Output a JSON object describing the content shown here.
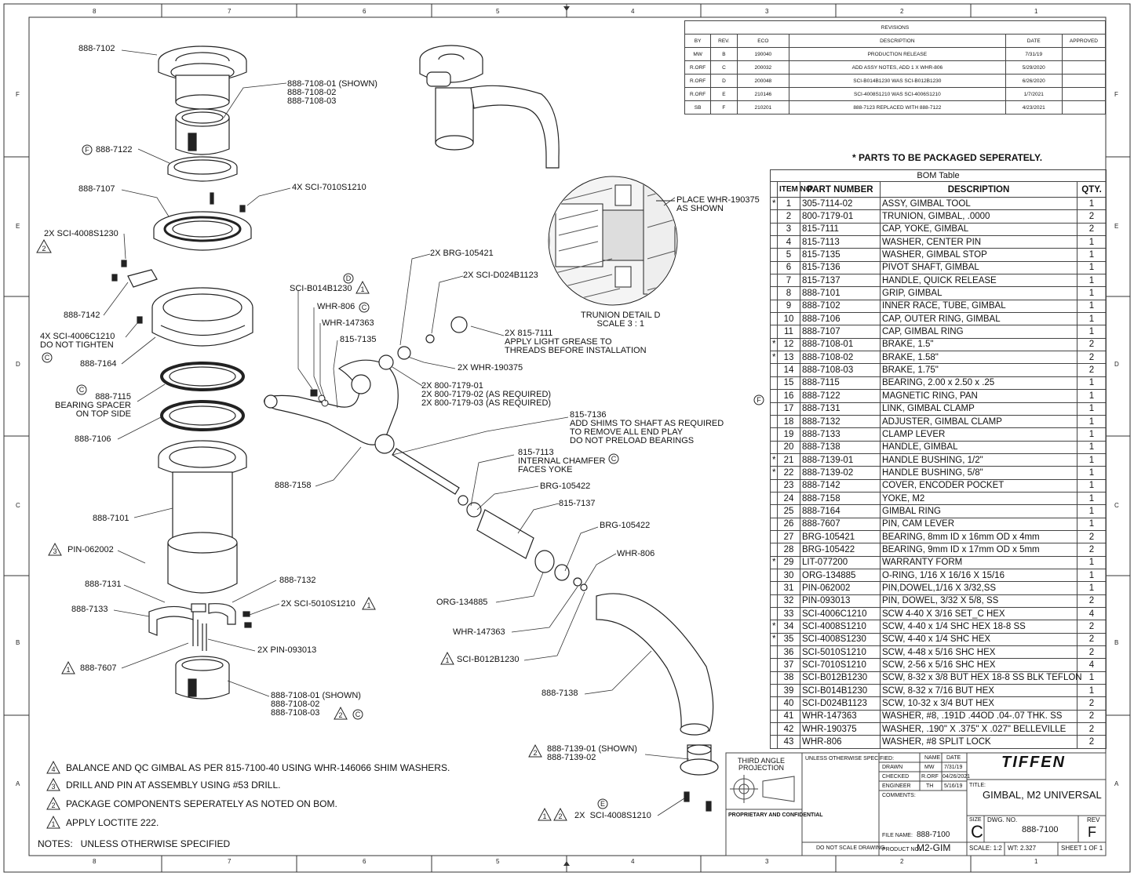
{
  "revisions": {
    "caption": "REVISIONS",
    "headers": [
      "BY",
      "REV.",
      "ECO",
      "DESCRIPTION",
      "DATE",
      "APPROVED"
    ],
    "rows": [
      [
        "MW",
        "B",
        "190040",
        "PRODUCTION RELEASE",
        "7/31/19",
        ""
      ],
      [
        "R.ORF",
        "C",
        "200032",
        "ADD ASSY NOTES, ADD 1 X WHR-806",
        "5/29/2020",
        ""
      ],
      [
        "R.ORF",
        "D",
        "200048",
        "SCI-B014B1230 WAS SCI-B012B1230",
        "6/26/2020",
        ""
      ],
      [
        "R.ORF",
        "E",
        "210146",
        "SCI-4008S1210 WAS SCI-4006S1210",
        "1/7/2021",
        ""
      ],
      [
        "SB",
        "F",
        "210201",
        "888-7123 REPLACED WITH 888-7122",
        "4/23/2021",
        ""
      ]
    ]
  },
  "bom": {
    "note": "* PARTS TO BE PACKAGED SEPERATELY.",
    "caption": "BOM Table",
    "headers": [
      "ITEM NO.",
      "PART NUMBER",
      "DESCRIPTION",
      "QTY."
    ],
    "rows": [
      [
        "*",
        "1",
        "305-7114-02",
        "ASSY, GIMBAL TOOL",
        "1"
      ],
      [
        "",
        "2",
        "800-7179-01",
        "TRUNION, GIMBAL, .0000",
        "2"
      ],
      [
        "",
        "3",
        "815-7111",
        "CAP, YOKE, GIMBAL",
        "2"
      ],
      [
        "",
        "4",
        "815-7113",
        "WASHER, CENTER PIN",
        "1"
      ],
      [
        "",
        "5",
        "815-7135",
        "WASHER, GIMBAL STOP",
        "1"
      ],
      [
        "",
        "6",
        "815-7136",
        "PIVOT SHAFT, GIMBAL",
        "1"
      ],
      [
        "",
        "7",
        "815-7137",
        "HANDLE, QUICK RELEASE",
        "1"
      ],
      [
        "",
        "8",
        "888-7101",
        "GRIP, GIMBAL",
        "1"
      ],
      [
        "",
        "9",
        "888-7102",
        "INNER RACE, TUBE, GIMBAL",
        "1"
      ],
      [
        "",
        "10",
        "888-7106",
        "CAP, OUTER RING, GIMBAL",
        "1"
      ],
      [
        "",
        "11",
        "888-7107",
        "CAP, GIMBAL RING",
        "1"
      ],
      [
        "*",
        "12",
        "888-7108-01",
        "BRAKE, 1.5\"",
        "2"
      ],
      [
        "*",
        "13",
        "888-7108-02",
        "BRAKE, 1.58\"",
        "2"
      ],
      [
        "",
        "14",
        "888-7108-03",
        "BRAKE, 1.75\"",
        "2"
      ],
      [
        "",
        "15",
        "888-7115",
        "BEARING, 2.00 x 2.50 x .25",
        "1"
      ],
      [
        "",
        "16",
        "888-7122",
        "MAGNETIC RING, PAN",
        "1"
      ],
      [
        "",
        "17",
        "888-7131",
        "LINK, GIMBAL CLAMP",
        "1"
      ],
      [
        "",
        "18",
        "888-7132",
        "ADJUSTER, GIMBAL CLAMP",
        "1"
      ],
      [
        "",
        "19",
        "888-7133",
        "CLAMP LEVER",
        "1"
      ],
      [
        "",
        "20",
        "888-7138",
        "HANDLE, GIMBAL",
        "1"
      ],
      [
        "*",
        "21",
        "888-7139-01",
        "HANDLE BUSHING, 1/2\"",
        "1"
      ],
      [
        "*",
        "22",
        "888-7139-02",
        "HANDLE BUSHING, 5/8\"",
        "1"
      ],
      [
        "",
        "23",
        "888-7142",
        "COVER, ENCODER POCKET",
        "1"
      ],
      [
        "",
        "24",
        "888-7158",
        "YOKE, M2",
        "1"
      ],
      [
        "",
        "25",
        "888-7164",
        "GIMBAL RING",
        "1"
      ],
      [
        "",
        "26",
        "888-7607",
        "PIN, CAM LEVER",
        "1"
      ],
      [
        "",
        "27",
        "BRG-105421",
        "BEARING, 8mm ID x 16mm OD x 4mm",
        "2"
      ],
      [
        "",
        "28",
        "BRG-105422",
        "BEARING, 9mm ID x 17mm OD x 5mm",
        "2"
      ],
      [
        "*",
        "29",
        "LIT-077200",
        "WARRANTY FORM",
        "1"
      ],
      [
        "",
        "30",
        "ORG-134885",
        "O-RING, 1/16 X 16/16 X 15/16",
        "1"
      ],
      [
        "",
        "31",
        "PIN-062002",
        "PIN,DOWEL,1/16 X 3/32,SS",
        "1"
      ],
      [
        "",
        "32",
        "PIN-093013",
        "PIN, DOWEL, 3/32 X 5/8, SS",
        "2"
      ],
      [
        "",
        "33",
        "SCI-4006C1210",
        "SCW 4-40 X 3/16 SET_C HEX",
        "4"
      ],
      [
        "*",
        "34",
        "SCI-4008S1210",
        "SCW, 4-40 x 1/4 SHC HEX 18-8 SS",
        "2"
      ],
      [
        "*",
        "35",
        "SCI-4008S1230",
        "SCW, 4-40 x 1/4 SHC HEX",
        "2"
      ],
      [
        "",
        "36",
        "SCI-5010S1210",
        "SCW, 4-48 x 5/16 SHC HEX",
        "2"
      ],
      [
        "",
        "37",
        "SCI-7010S1210",
        "SCW, 2-56 x 5/16 SHC HEX",
        "4"
      ],
      [
        "",
        "38",
        "SCI-B012B1230",
        "SCW, 8-32 x 3/8 BUT HEX 18-8 SS BLK TEFLON",
        "1"
      ],
      [
        "",
        "39",
        "SCI-B014B1230",
        "SCW, 8-32 x 7/16 BUT HEX",
        "1"
      ],
      [
        "",
        "40",
        "SCI-D024B1123",
        "SCW, 10-32 x 3/4 BUT HEX",
        "2"
      ],
      [
        "",
        "41",
        "WHR-147363",
        "WASHER, #8, .191D .44OD .04-.07 THK. SS",
        "2"
      ],
      [
        "",
        "42",
        "WHR-190375",
        "WASHER, .190\" X .375\" X .027\" BELLEVILLE",
        "2"
      ],
      [
        "",
        "43",
        "WHR-806",
        "WASHER, #8 SPLIT LOCK",
        "2"
      ]
    ]
  },
  "callouts": {
    "c7102": "888-7102",
    "c7108a": "888-7108-01 (SHOWN)\n888-7108-02\n888-7108-03",
    "c7122": "888-7122",
    "c7107": "888-7107",
    "c7010": "4X SCI-7010S1210",
    "c4008": "2X SCI-4008S1230",
    "c7142": "888-7142",
    "c4006": "4X SCI-4006C1210\nDO NOT TIGHTEN",
    "c7164": "888-7164",
    "c7115": "888-7115\nBEARING SPACER\nON TOP SIDE",
    "c7106": "888-7106",
    "c7101": "888-7101",
    "c062002": "PIN-062002",
    "c7131": "888-7131",
    "c7132": "888-7132",
    "c7133": "888-7133",
    "c5010": "2X SCI-5010S1210",
    "c093013": "2X PIN-093013",
    "c7607": "888-7607",
    "c7108b": "888-7108-01 (SHOWN)\n888-7108-02\n888-7108-03",
    "cB014": "SCI-B014B1230",
    "c806a": "WHR-806",
    "c147363a": "WHR-147363",
    "c7135": "815-7135",
    "c105421": "2X BRG-105421",
    "cD024": "2X SCI-D024B1123",
    "c7111": "2X 815-7111\nAPPLY LIGHT GREASE TO\nTHREADS BEFORE INSTALLATION",
    "c190375": "2X WHR-190375",
    "c7179": "2X 800-7179-01\n2X 800-7179-02 (AS REQUIRED)\n2X 800-7179-03 (AS REQUIRED)",
    "c7136": "815-7136\nADD SHIMS TO SHAFT AS REQUIRED\nTO REMOVE ALL END PLAY\nDO NOT PRELOAD BEARINGS",
    "c7158": "888-7158",
    "c7113": "815-7113\nINTERNAL CHAMFER\nFACES YOKE",
    "c105422a": "BRG-105422",
    "c7137": "815-7137",
    "c105422b": "BRG-105422",
    "c806b": "WHR-806",
    "c134885": "ORG-134885",
    "c147363b": "WHR-147363",
    "cB012": "SCI-B012B1230",
    "c7138": "888-7138",
    "c7139": "888-7139-01 (SHOWN)\n888-7139-02",
    "c4008b": "2X  SCI-4008S1210",
    "place": "PLACE WHR-190375\nAS SHOWN",
    "detail": "TRUNION DETAIL D\nSCALE 3 : 1"
  },
  "notes": {
    "n4": "BALANCE AND QC GIMBAL AS PER 815-7100-40 USING WHR-146066 SHIM WASHERS.",
    "n3": "DRILL AND PIN AT ASSEMBLY USING #53 DRILL.",
    "n2": "PACKAGE COMPONENTS SEPERATELY AS NOTED ON BOM.",
    "n1": "APPLY LOCTITE 222.",
    "footer": "NOTES:   UNLESS OTHERWISE SPECIFIED"
  },
  "title_block": {
    "projection": "THIRD ANGLE\nPROJECTION",
    "company": "TIFFEN",
    "title_label": "TITLE:",
    "title": "GIMBAL, M2 UNIVERSAL",
    "size_label": "SIZE",
    "size": "C",
    "dwg_label": "DWG. NO.",
    "dwg_no": "888-7100",
    "rev_label": "REV",
    "rev": "F",
    "scale": "SCALE: 1:2",
    "weight": "WT: 2.327",
    "sheet": "SHEET 1 OF 1",
    "file_label": "FILE NAME:",
    "file_name": "888-7100",
    "product_label": "PRODUCT NO:",
    "product_no": "M2-GIM",
    "drawn": "DRAWN",
    "drawn_by": "MW",
    "drawn_date": "7/31/19",
    "checked": "CHECKED",
    "checked_by": "R.ORF",
    "checked_date": "04/26/2021",
    "engineer": "ENGINEER",
    "engineer_by": "TH",
    "engineer_date": "5/16/19",
    "name_hdr": "NAME",
    "date_hdr": "DATE",
    "comments": "COMMENTS:",
    "unless": "UNLESS OTHERWISE SPECIFIED:",
    "proprietary": "PROPRIETARY AND CONFIDENTIAL",
    "do_not_scale": "DO NOT SCALE DRAWING"
  },
  "zones": {
    "top": [
      "8",
      "7",
      "6",
      "5",
      "4",
      "3",
      "2",
      "1"
    ],
    "side": [
      "F",
      "E",
      "D",
      "C",
      "B",
      "A"
    ]
  }
}
